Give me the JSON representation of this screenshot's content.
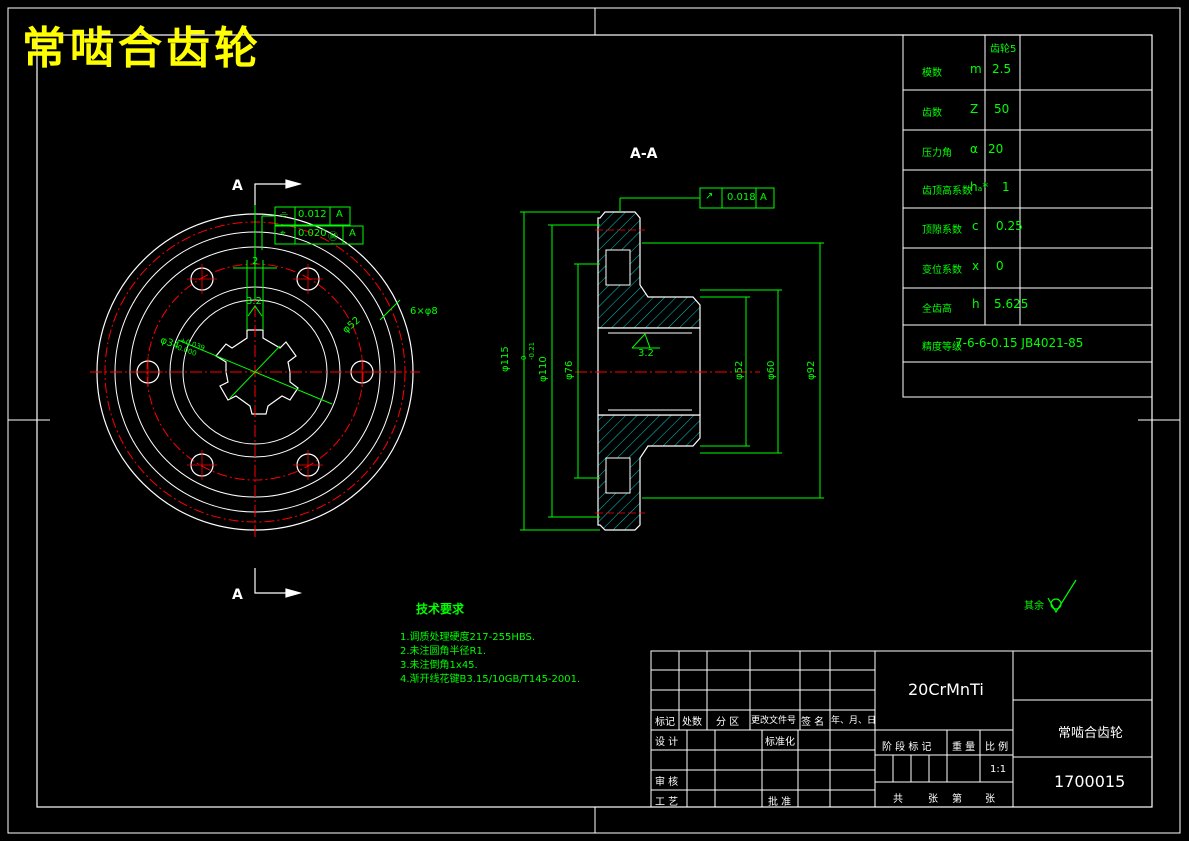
{
  "title": "常啮合齿轮",
  "section_label": "A-A",
  "section_marks": {
    "top": "A",
    "bottom": "A"
  },
  "params": [
    {
      "name": "模数",
      "symbol": "m",
      "value": "2.5"
    },
    {
      "name": "齿数",
      "symbol": "Z",
      "value": "50"
    },
    {
      "name": "压力角",
      "symbol": "α",
      "value": "20"
    },
    {
      "name": "齿顶高系数",
      "symbol": "hₐ*",
      "value": "1"
    },
    {
      "name": "顶隙系数",
      "symbol": "c",
      "value": "0.25"
    },
    {
      "name": "变位系数",
      "symbol": "x",
      "value": "0"
    },
    {
      "name": "全齿高",
      "symbol": "h",
      "value": "5.625"
    },
    {
      "name": "精度等级",
      "symbol": "",
      "value": "7-6-6-0.15 JB4021-85"
    }
  ],
  "params_header": "齿轮5",
  "tolerance_frames": {
    "left_1": {
      "symbol": "⌯",
      "value": "0.012",
      "datum": "A"
    },
    "left_2": {
      "symbol": "⌖",
      "value": "0.020",
      "modifier": "Ⓜ",
      "datum": "A"
    },
    "section": {
      "symbol": "↗",
      "value": "0.018",
      "datum": "A"
    }
  },
  "dims_left": {
    "d2": "2",
    "d32": "3.2",
    "d52": "φ52",
    "d34": "φ34",
    "d34_tol": "+0.039\n0.000",
    "holes": "6×φ8"
  },
  "dims_section": {
    "d115": "φ115",
    "d115_tol": "0\n-0.21",
    "d110": "φ110",
    "d76": "φ76",
    "d52": "φ52",
    "d60": "φ60",
    "d92": "φ92",
    "rough": "3.2"
  },
  "roughness_other": "其余",
  "tech_requirements": {
    "title": "技术要求",
    "items": [
      "1.调质处理硬度217-255HBS.",
      "2.未注圆角半径R1.",
      "3.未注倒角1x45.",
      "4.渐开线花键B3.15/10GB/T145-2001."
    ]
  },
  "title_block": {
    "material": "20CrMnTi",
    "part_name": "常啮合齿轮",
    "drawing_no": "1700015",
    "scale": "1:1",
    "headers": [
      "标记",
      "处数",
      "分 区",
      "更改文件号",
      "签 名",
      "年、月、日"
    ],
    "row_design": "设 计",
    "row_std": "标准化",
    "row_check": "审 核",
    "row_process": "工 艺",
    "row_approve": "批 准",
    "stage_label": "阶 段 标 记",
    "weight_label": "重 量",
    "scale_label": "比 例",
    "sheet_total": "共",
    "sheet_unit": "张",
    "sheet_no": "第",
    "sheet_unit2": "张"
  },
  "colors": {
    "outline": "#ffffff",
    "dim": "#00ff00",
    "center": "#ff0000",
    "hatch": "#00c8c8",
    "title": "#ffff00"
  }
}
